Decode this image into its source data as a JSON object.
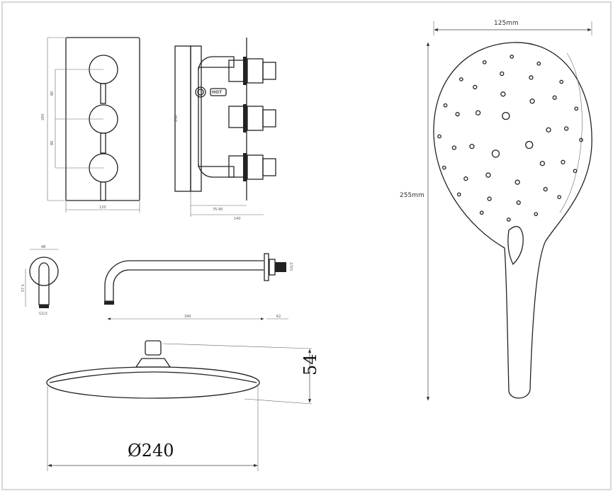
{
  "valve_front": {
    "height": "265",
    "spacing_top": "80",
    "spacing_bottom": "80",
    "width": "120"
  },
  "valve_side": {
    "height": "230",
    "depth_range": "75-90",
    "depth": "140",
    "hot_label": "HOT"
  },
  "wall_elbow": {
    "width": "48",
    "height": "57.1",
    "thread": "G1/2"
  },
  "shower_arm": {
    "length": "340",
    "flange": "62",
    "thread": "G1/2"
  },
  "rain_head": {
    "height": "54",
    "diameter": "Ø240"
  },
  "hand_shower": {
    "width": "125mm",
    "height": "255mm"
  }
}
